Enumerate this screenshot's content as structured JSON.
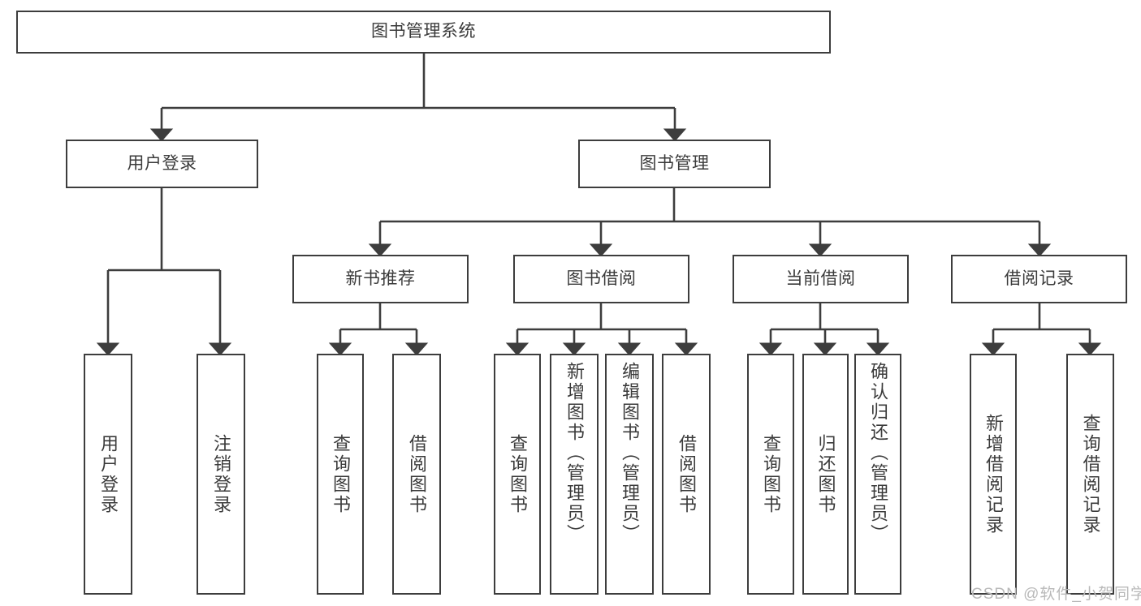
{
  "diagram": {
    "type": "tree",
    "title": "图书管理系统",
    "watermark": "CSDN @软件_小贺同学",
    "colors": {
      "border": "#3d3d3d",
      "text": "#3b3b3b",
      "background": "#ffffff",
      "watermark": "#b9b9b9"
    },
    "nodes": {
      "root": {
        "label": "图书管理系统"
      },
      "level2": [
        {
          "id": "user-login",
          "label": "用户登录"
        },
        {
          "id": "book-manage",
          "label": "图书管理"
        }
      ],
      "level3": [
        {
          "id": "new-book-recommend",
          "label": "新书推荐"
        },
        {
          "id": "book-borrow",
          "label": "图书借阅"
        },
        {
          "id": "current-borrow",
          "label": "当前借阅"
        },
        {
          "id": "borrow-record",
          "label": "借阅记录"
        }
      ],
      "leaves": [
        {
          "id": "leaf-user-login",
          "label": "用户登录",
          "parent": "user-login"
        },
        {
          "id": "leaf-logout",
          "label": "注销登录",
          "parent": "user-login"
        },
        {
          "id": "leaf-query-book-1",
          "label": "查询图书",
          "parent": "new-book-recommend"
        },
        {
          "id": "leaf-borrow-book-1",
          "label": "借阅图书",
          "parent": "new-book-recommend"
        },
        {
          "id": "leaf-query-book-2",
          "label": "查询图书",
          "parent": "book-borrow"
        },
        {
          "id": "leaf-add-book",
          "label": "新增图书（管理员）",
          "parent": "book-borrow"
        },
        {
          "id": "leaf-edit-book",
          "label": "编辑图书（管理员）",
          "parent": "book-borrow"
        },
        {
          "id": "leaf-borrow-book-2",
          "label": "借阅图书",
          "parent": "book-borrow"
        },
        {
          "id": "leaf-query-book-3",
          "label": "查询图书",
          "parent": "current-borrow"
        },
        {
          "id": "leaf-return-book",
          "label": "归还图书",
          "parent": "current-borrow"
        },
        {
          "id": "leaf-confirm-return",
          "label": "确认归还（管理员）",
          "parent": "current-borrow"
        },
        {
          "id": "leaf-add-record",
          "label": "新增借阅记录",
          "parent": "borrow-record"
        },
        {
          "id": "leaf-query-record",
          "label": "查询借阅记录",
          "parent": "borrow-record"
        }
      ]
    }
  }
}
